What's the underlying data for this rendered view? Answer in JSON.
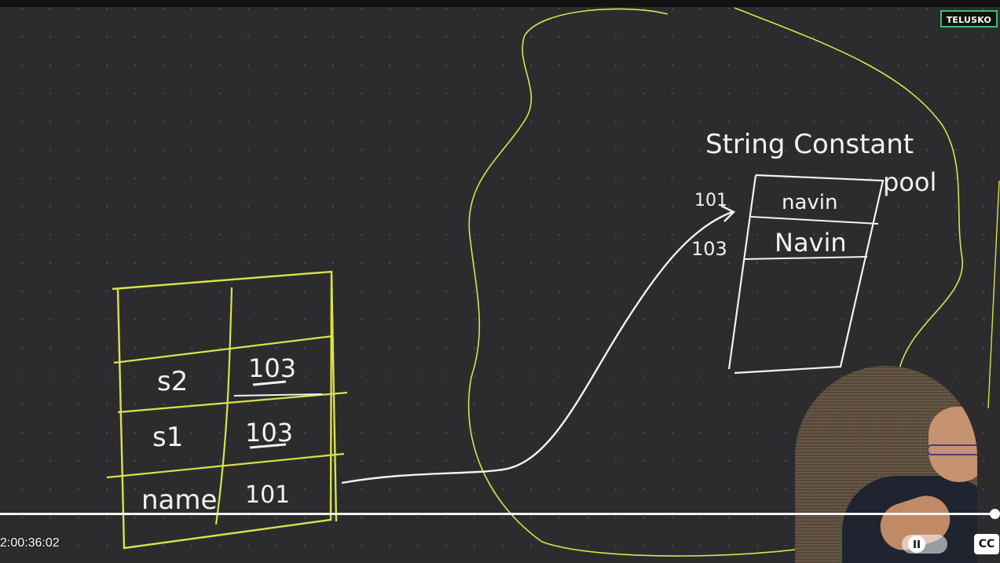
{
  "logo": "TELUSKO",
  "board": {
    "pool_title_line1": "String Constant",
    "pool_title_line2": "pool",
    "pool_rows": [
      {
        "address": "101",
        "value": "navin"
      },
      {
        "address": "103",
        "value": "Navin"
      }
    ],
    "stack_rows": [
      {
        "var": "s2",
        "ref": "103"
      },
      {
        "var": "s1",
        "ref": "103"
      },
      {
        "var": "name",
        "ref": "101"
      }
    ]
  },
  "player": {
    "timestamp": "2:00:36:02",
    "progress_fraction": 1.0,
    "cc_label": "CC"
  },
  "colors": {
    "chalk": "#f2f2f2",
    "yellow": "#d9e34a",
    "background": "#2c2c2e"
  }
}
